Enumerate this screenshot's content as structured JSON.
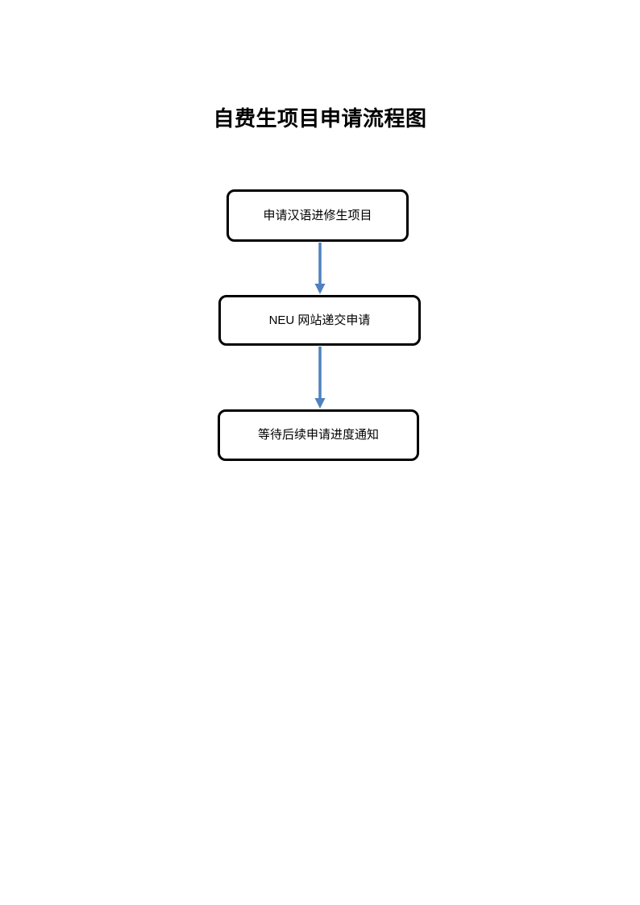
{
  "page": {
    "title": "自费生项目申请流程图"
  },
  "flowchart": {
    "nodes": [
      {
        "id": "step-1",
        "label": "申请汉语进修生项目"
      },
      {
        "id": "step-2",
        "label": "NEU 网站递交申请"
      },
      {
        "id": "step-3",
        "label": "等待后续申请进度通知"
      }
    ],
    "connectors": [
      {
        "from": "step-1",
        "to": "step-2",
        "direction": "down"
      },
      {
        "from": "step-2",
        "to": "step-3",
        "direction": "down"
      }
    ],
    "colors": {
      "background": "#ffffff",
      "box_border": "#000000",
      "box_fill": "#ffffff",
      "text": "#000000",
      "arrow": "#4f81bd"
    }
  }
}
